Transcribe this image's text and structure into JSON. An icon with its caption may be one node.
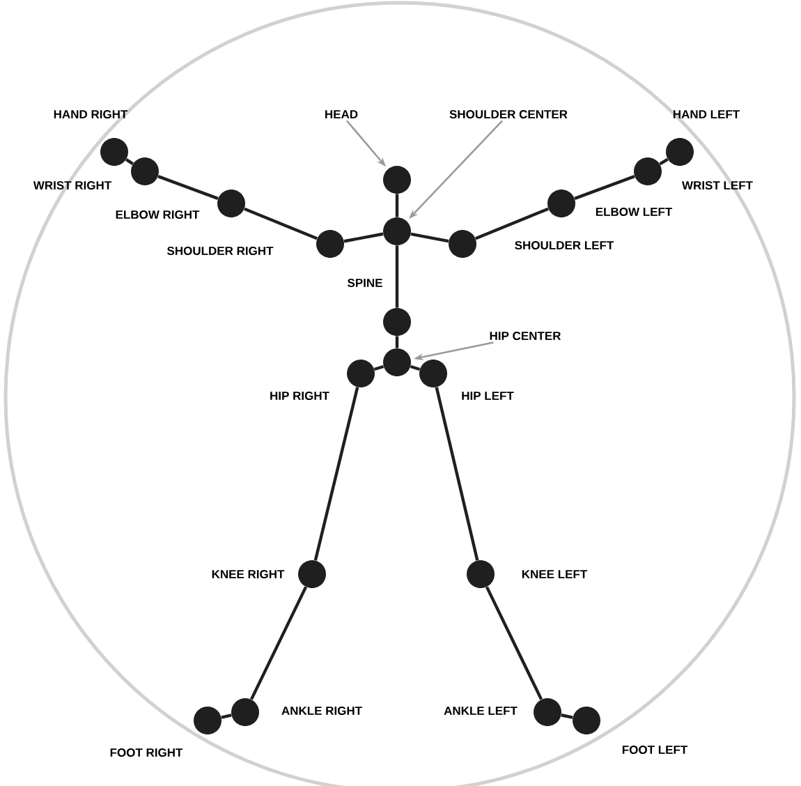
{
  "diagram": {
    "nodes": [
      {
        "text": [],
        "shape": "circle"
      },
      {
        "text": [],
        "shape": "circle"
      },
      {
        "text": [],
        "shape": "circle",
        "beside": [
          "SPINE"
        ]
      },
      {
        "text": [],
        "shape": "circle"
      },
      {
        "text": [],
        "shape": "circle",
        "beside": [
          "SHOULDER RIGHT"
        ]
      },
      {
        "text": [],
        "shape": "circle",
        "beside": [
          "ELBOW RIGHT"
        ]
      },
      {
        "text": [],
        "shape": "circle",
        "beside": [
          "WRIST RIGHT"
        ]
      },
      {
        "text": [],
        "shape": "circle",
        "beside": [
          "HAND RIGHT"
        ]
      },
      {
        "text": [],
        "shape": "circle",
        "beside": [
          "SHOULDER LEFT"
        ]
      },
      {
        "text": [],
        "shape": "circle",
        "beside": [
          "ELBOW LEFT"
        ]
      },
      {
        "text": [],
        "shape": "circle",
        "beside": [
          "WRIST LEFT"
        ]
      },
      {
        "text": [],
        "shape": "circle",
        "beside": [
          "HAND LEFT"
        ]
      },
      {
        "text": [],
        "shape": "circle",
        "beside": [
          "HIP RIGHT"
        ]
      },
      {
        "text": [],
        "shape": "circle",
        "beside": [
          "KNEE RIGHT"
        ]
      },
      {
        "text": [],
        "shape": "circle",
        "beside": [
          "ANKLE RIGHT"
        ]
      },
      {
        "text": [],
        "shape": "circle",
        "beside": [
          "FOOT RIGHT"
        ]
      },
      {
        "text": [],
        "shape": "circle",
        "beside": [
          "HIP LEFT"
        ]
      },
      {
        "text": [],
        "shape": "circle",
        "beside": [
          "KNEE LEFT"
        ]
      },
      {
        "text": [],
        "shape": "circle",
        "beside": [
          "ANKLE LEFT"
        ]
      },
      {
        "text": [],
        "shape": "circle",
        "beside": [
          "FOOT LEFT"
        ]
      },
      {
        "text": [
          "HEAD"
        ]
      },
      {
        "text": [
          "SHOULDER CENTER"
        ]
      },
      {
        "text": [
          "HIP CENTER"
        ]
      }
    ],
    "edges": [
      {
        "from": 3,
        "to": 2,
        "arrow": "none"
      },
      {
        "from": 2,
        "to": 1,
        "arrow": "none"
      },
      {
        "from": 1,
        "to": 0,
        "arrow": "none"
      },
      {
        "from": 1,
        "to": 4,
        "arrow": "none"
      },
      {
        "from": 4,
        "to": 5,
        "arrow": "none"
      },
      {
        "from": 5,
        "to": 6,
        "arrow": "none"
      },
      {
        "from": 6,
        "to": 7,
        "arrow": "none"
      },
      {
        "from": 1,
        "to": 8,
        "arrow": "none"
      },
      {
        "from": 8,
        "to": 9,
        "arrow": "none"
      },
      {
        "from": 9,
        "to": 10,
        "arrow": "none"
      },
      {
        "from": 10,
        "to": 11,
        "arrow": "none"
      },
      {
        "from": 3,
        "to": 12,
        "arrow": "none"
      },
      {
        "from": 12,
        "to": 13,
        "arrow": "none"
      },
      {
        "from": 13,
        "to": 14,
        "arrow": "none"
      },
      {
        "from": 14,
        "to": 15,
        "arrow": "none"
      },
      {
        "from": 3,
        "to": 16,
        "arrow": "none"
      },
      {
        "from": 16,
        "to": 17,
        "arrow": "none"
      },
      {
        "from": 17,
        "to": 18,
        "arrow": "none"
      },
      {
        "from": 18,
        "to": 19,
        "arrow": "none"
      },
      {
        "from": 20,
        "to": 0,
        "arrow": "to",
        "color": "#9a9a9a"
      },
      {
        "from": 21,
        "to": 1,
        "arrow": "to",
        "color": "#9a9a9a"
      },
      {
        "from": 22,
        "to": 3,
        "arrow": "to",
        "color": "#9a9a9a"
      }
    ]
  }
}
